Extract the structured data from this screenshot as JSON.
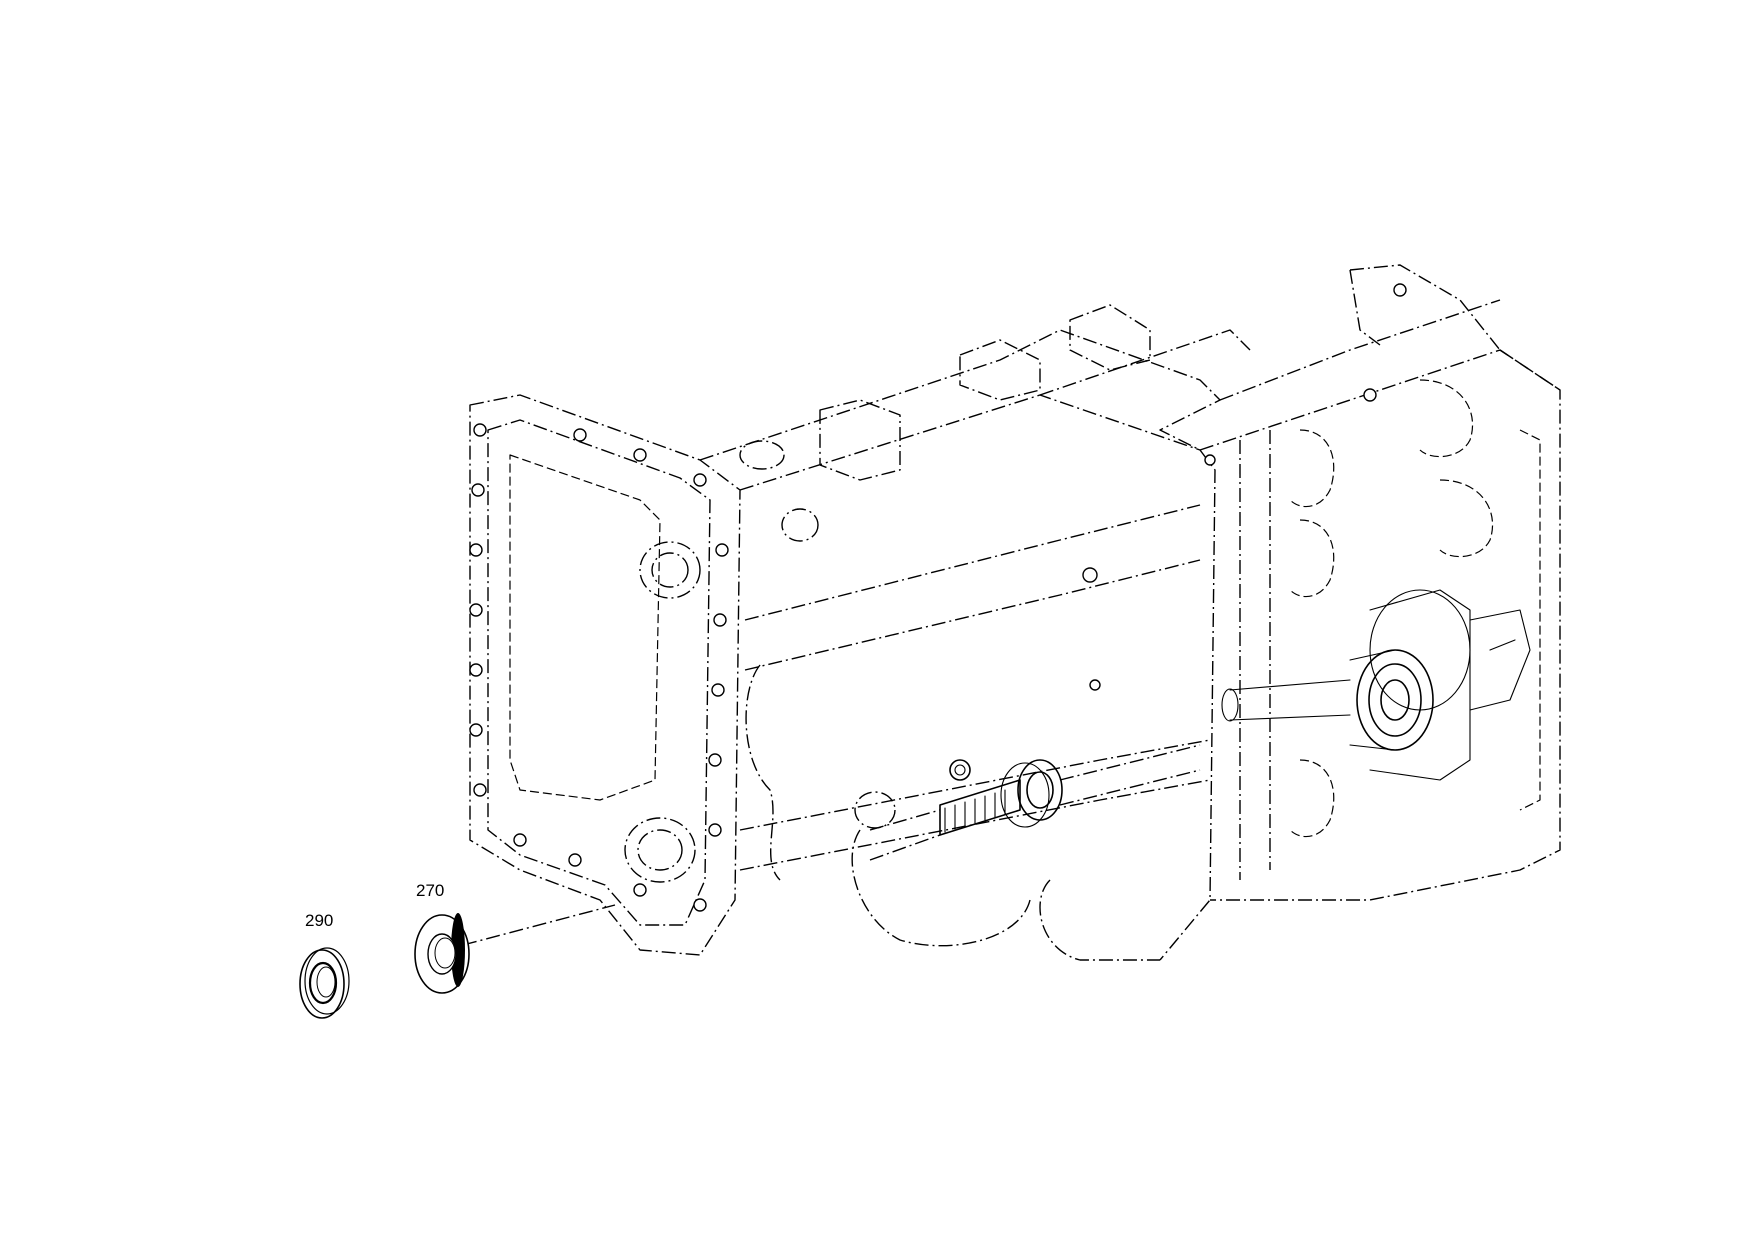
{
  "callouts": [
    {
      "id": "290",
      "label": "290"
    },
    {
      "id": "270",
      "label": "270"
    }
  ]
}
